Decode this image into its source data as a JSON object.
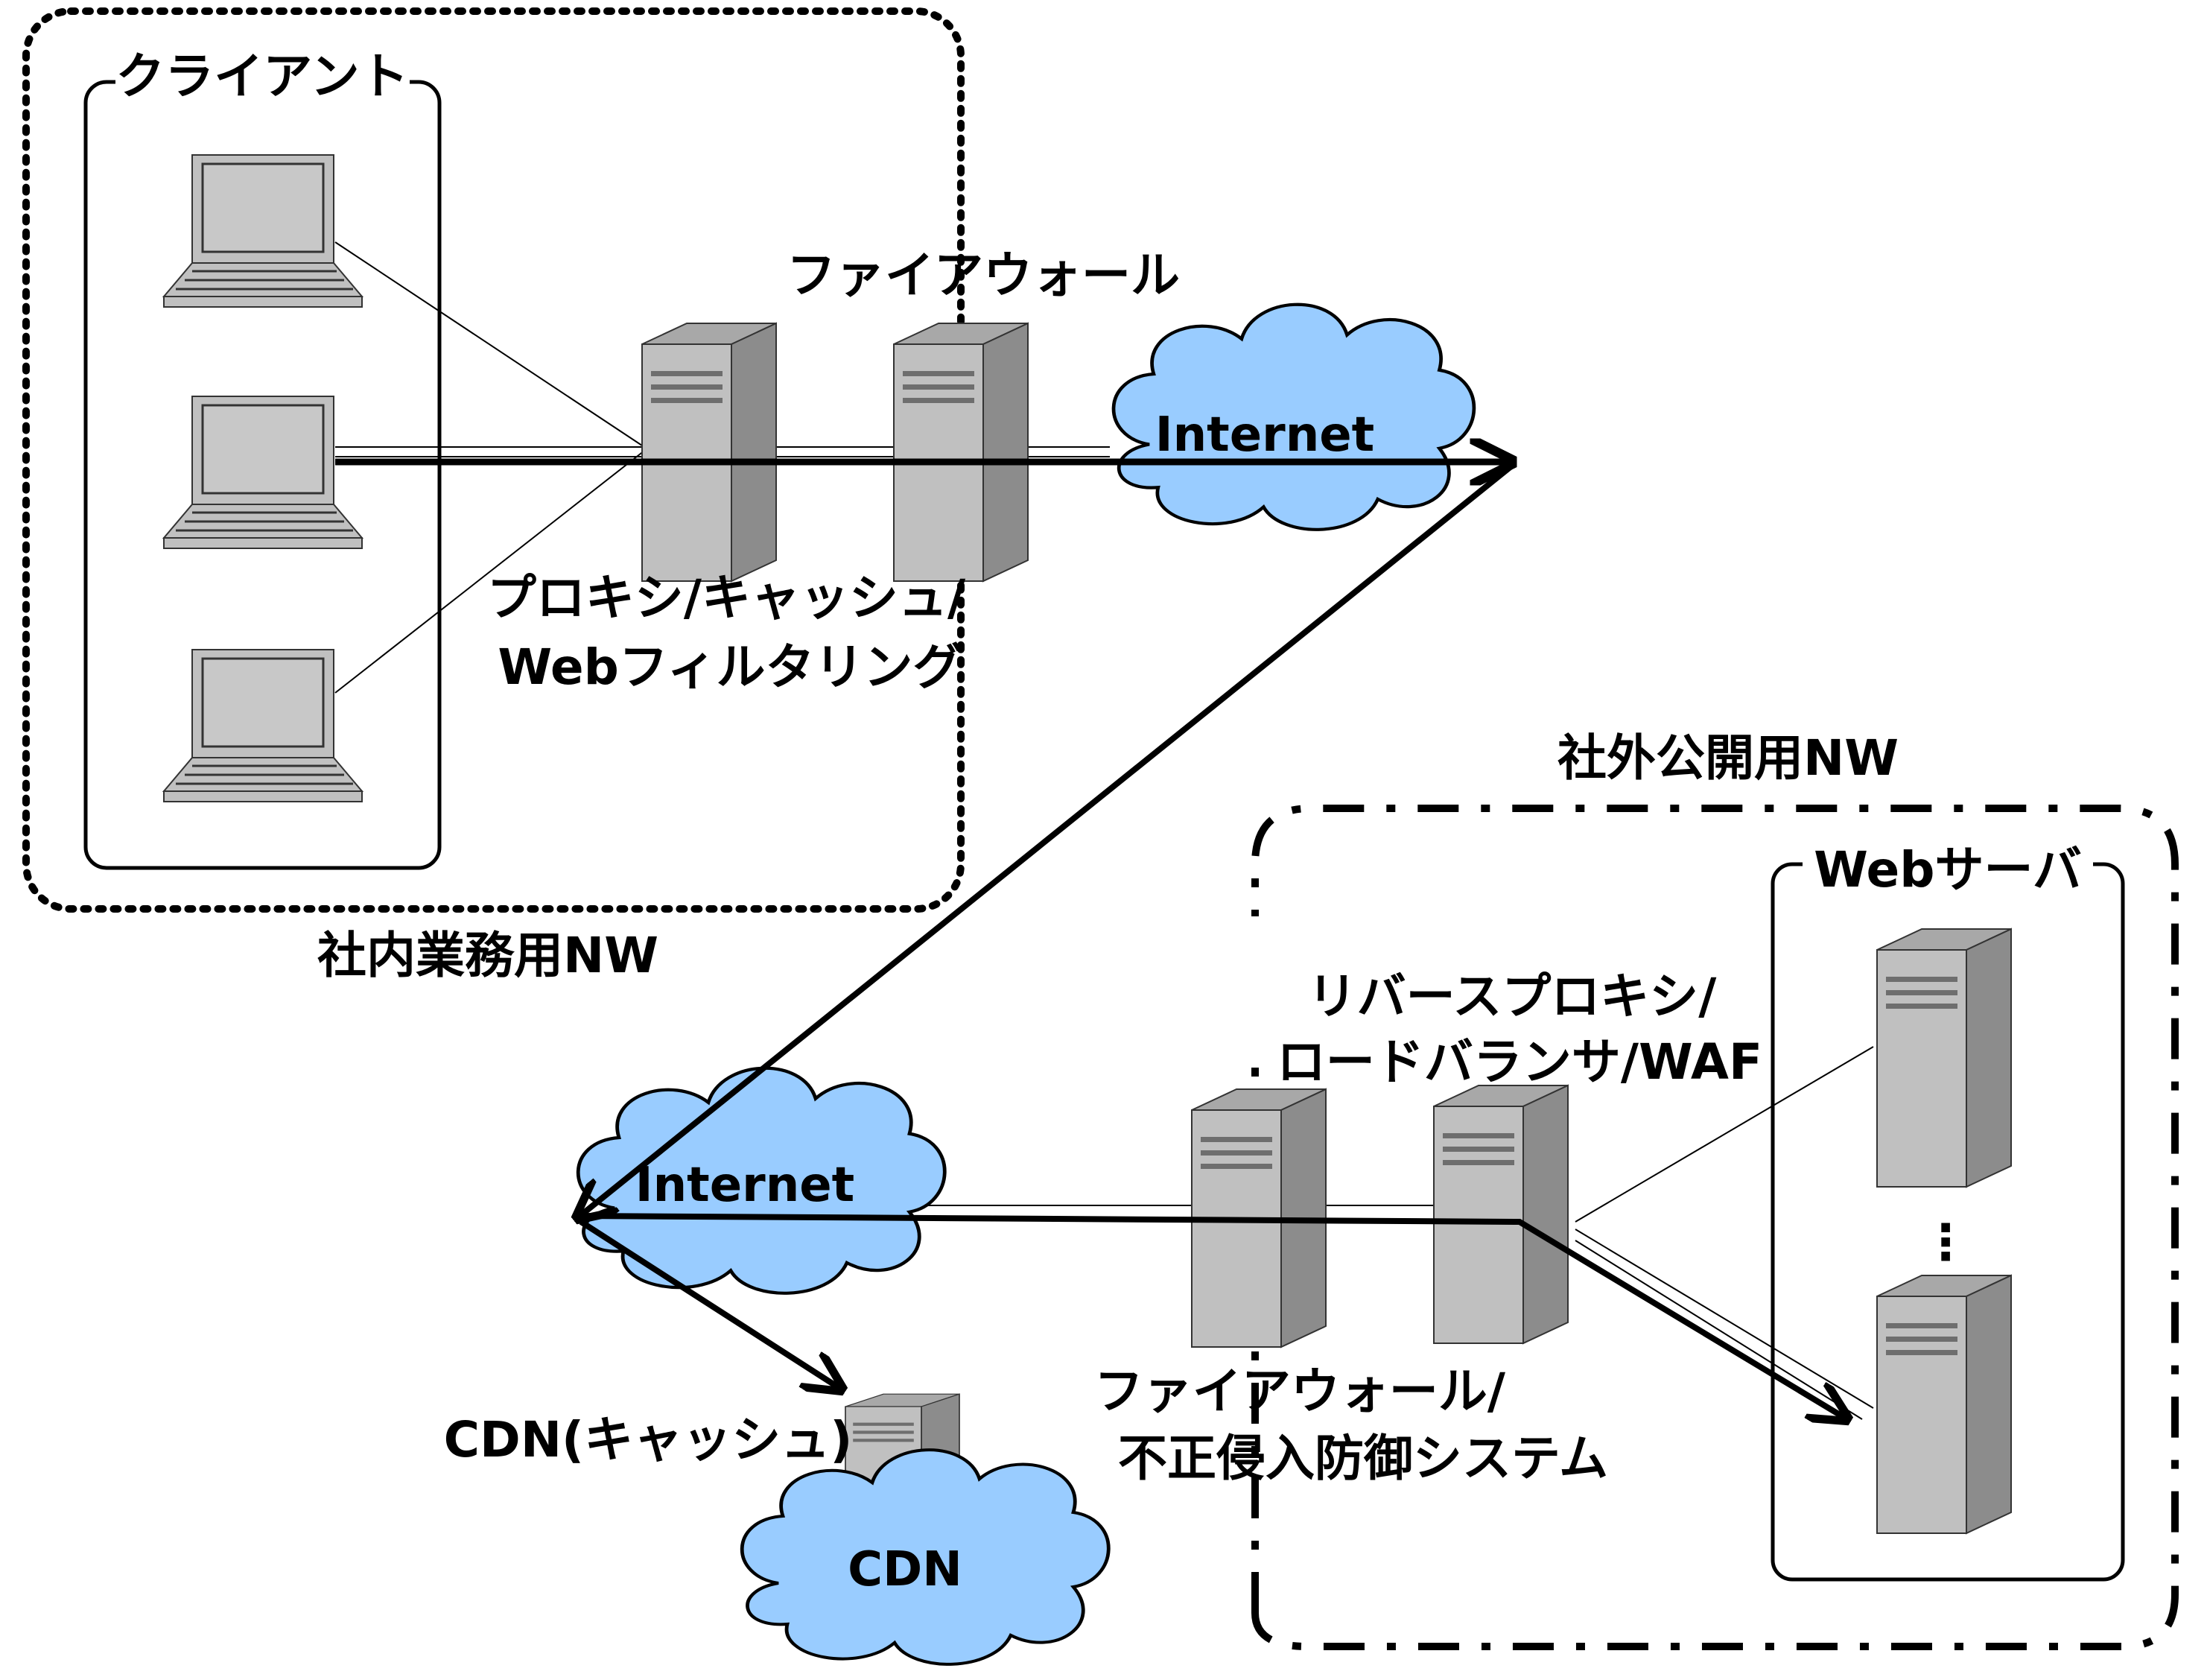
{
  "colors": {
    "cloud_fill": "#99ccff",
    "device_fill": "#c0c0c0",
    "line": "#000000",
    "background": "#ffffff"
  },
  "icons": {
    "client": "laptop-icon",
    "server": "server-tower-icon",
    "network": "cloud-icon"
  },
  "internal_network": {
    "label": "社内業務用NW",
    "client_group_label": "クライアント",
    "firewall_label": "ファイアウォール",
    "proxy_label_line1": "プロキシ/キャッシュ/",
    "proxy_label_line2": "Webフィルタリング"
  },
  "external_network": {
    "label": "社外公開用NW",
    "web_server_group_label": "Webサーバ",
    "reverse_proxy_label_line1": "リバースプロキシ/",
    "reverse_proxy_label_line2": "ロードバランサ/WAF",
    "firewall_label_line1": "ファイアウォール/",
    "firewall_label_line2": "不正侵入防御システム",
    "ellipsis": "⋮"
  },
  "internet_top": {
    "label": "Internet"
  },
  "internet_bottom": {
    "label": "Internet"
  },
  "cdn": {
    "cloud_label": "CDN",
    "cache_label": "CDN(キャッシュ)"
  }
}
